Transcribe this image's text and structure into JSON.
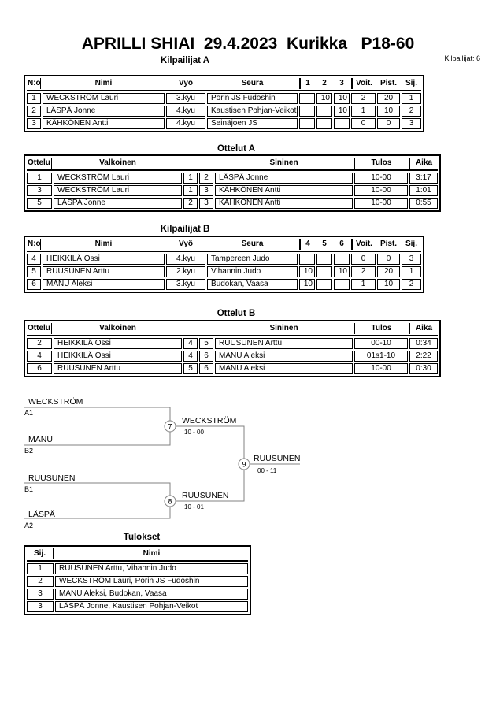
{
  "page": {
    "title": "APRILLI SHIAI  29.4.2023  Kurikka   P18-60",
    "competitors_label": "Kilpailijat: 6"
  },
  "pool_a": {
    "heading": "Kilpailijat A",
    "headers": [
      "N:o",
      "Nimi",
      "Vyö",
      "Seura",
      "1",
      "2",
      "3",
      "Voit.",
      "Pist.",
      "Sij."
    ],
    "rows": [
      [
        "1",
        "WECKSTRÖM Lauri",
        "3.kyu",
        "Porin JS Fudoshin",
        "",
        "10",
        "10",
        "2",
        "20",
        "1"
      ],
      [
        "2",
        "LÄSPÄ Jonne",
        "4.kyu",
        "Kaustisen Pohjan-Veikot",
        "",
        "",
        "10",
        "1",
        "10",
        "2"
      ],
      [
        "3",
        "KÄHKÖNEN Antti",
        "4.kyu",
        "Seinäjoen JS",
        "",
        "",
        "",
        "0",
        "0",
        "3"
      ]
    ]
  },
  "matches_a": {
    "heading": "Ottelut A",
    "headers": [
      "Ottelu",
      "Valkoinen",
      "Sininen",
      "Tulos",
      "Aika"
    ],
    "rows": [
      [
        "1",
        "WECKSTRÖM Lauri",
        "1",
        "2",
        "LÄSPÄ Jonne",
        "10-00",
        "3:17"
      ],
      [
        "3",
        "WECKSTRÖM Lauri",
        "1",
        "3",
        "KÄHKÖNEN Antti",
        "10-00",
        "1:01"
      ],
      [
        "5",
        "LASPA Jonne",
        "2",
        "3",
        "KÄHKÖNEN Antti",
        "10-00",
        "0:55"
      ]
    ]
  },
  "pool_b": {
    "heading": "Kilpailijat B",
    "headers": [
      "N:o",
      "Nimi",
      "Vyö",
      "Seura",
      "4",
      "5",
      "6",
      "Voit.",
      "Pist.",
      "Sij."
    ],
    "rows": [
      [
        "4",
        "HEIKKILÄ Ossi",
        "4.kyu",
        "Tampereen Judo",
        "",
        "",
        "",
        "0",
        "0",
        "3"
      ],
      [
        "5",
        "RUUSUNEN Arttu",
        "2.kyu",
        "Vihannin Judo",
        "10",
        "",
        "10",
        "2",
        "20",
        "1"
      ],
      [
        "6",
        "MANU Aleksi",
        "3.kyu",
        "Budokan, Vaasa",
        "10",
        "",
        "",
        "1",
        "10",
        "2"
      ]
    ]
  },
  "matches_b": {
    "heading": "Ottelut B",
    "headers": [
      "Ottelu",
      "Valkoinen",
      "Sininen",
      "Tulos",
      "Aika"
    ],
    "rows": [
      [
        "2",
        "HEIKKILÄ Ossi",
        "4",
        "5",
        "RUUSUNEN Arttu",
        "00-10",
        "0:34"
      ],
      [
        "4",
        "HEIKKILÄ Ossi",
        "4",
        "6",
        "MANU Aleksi",
        "01s1-10",
        "2:22"
      ],
      [
        "6",
        "RUUSUNEN Arttu",
        "5",
        "6",
        "MANU Aleksi",
        "10-00",
        "0:30"
      ]
    ]
  },
  "bracket": {
    "semifinal_1": {
      "match_no": "7",
      "top_name": "WECKSTRÖM",
      "top_seed": "A1",
      "bottom_name": "MANU",
      "bottom_seed": "B2",
      "winner": "WECKSTRÖM",
      "score": "10 - 00"
    },
    "semifinal_2": {
      "match_no": "8",
      "top_name": "RUUSUNEN",
      "top_seed": "B1",
      "bottom_name": "LÄSPÄ",
      "bottom_seed": "A2",
      "winner": "RUUSUNEN",
      "score": "10 - 01"
    },
    "final": {
      "match_no": "9",
      "winner": "RUUSUNEN",
      "score": "00 - 11"
    },
    "line_color": "#808080"
  },
  "results": {
    "heading": "Tulokset",
    "headers": [
      "Sij.",
      "Nimi"
    ],
    "rows": [
      [
        "1",
        "RUUSUNEN Arttu, Vihannin Judo"
      ],
      [
        "2",
        "WECKSTRÖM Lauri, Porin JS Fudoshin"
      ],
      [
        "3",
        "MANU Aleksi, Budokan, Vaasa"
      ],
      [
        "3",
        "LÄSPÄ Jonne, Kaustisen Pohjan-Veikot"
      ]
    ]
  }
}
